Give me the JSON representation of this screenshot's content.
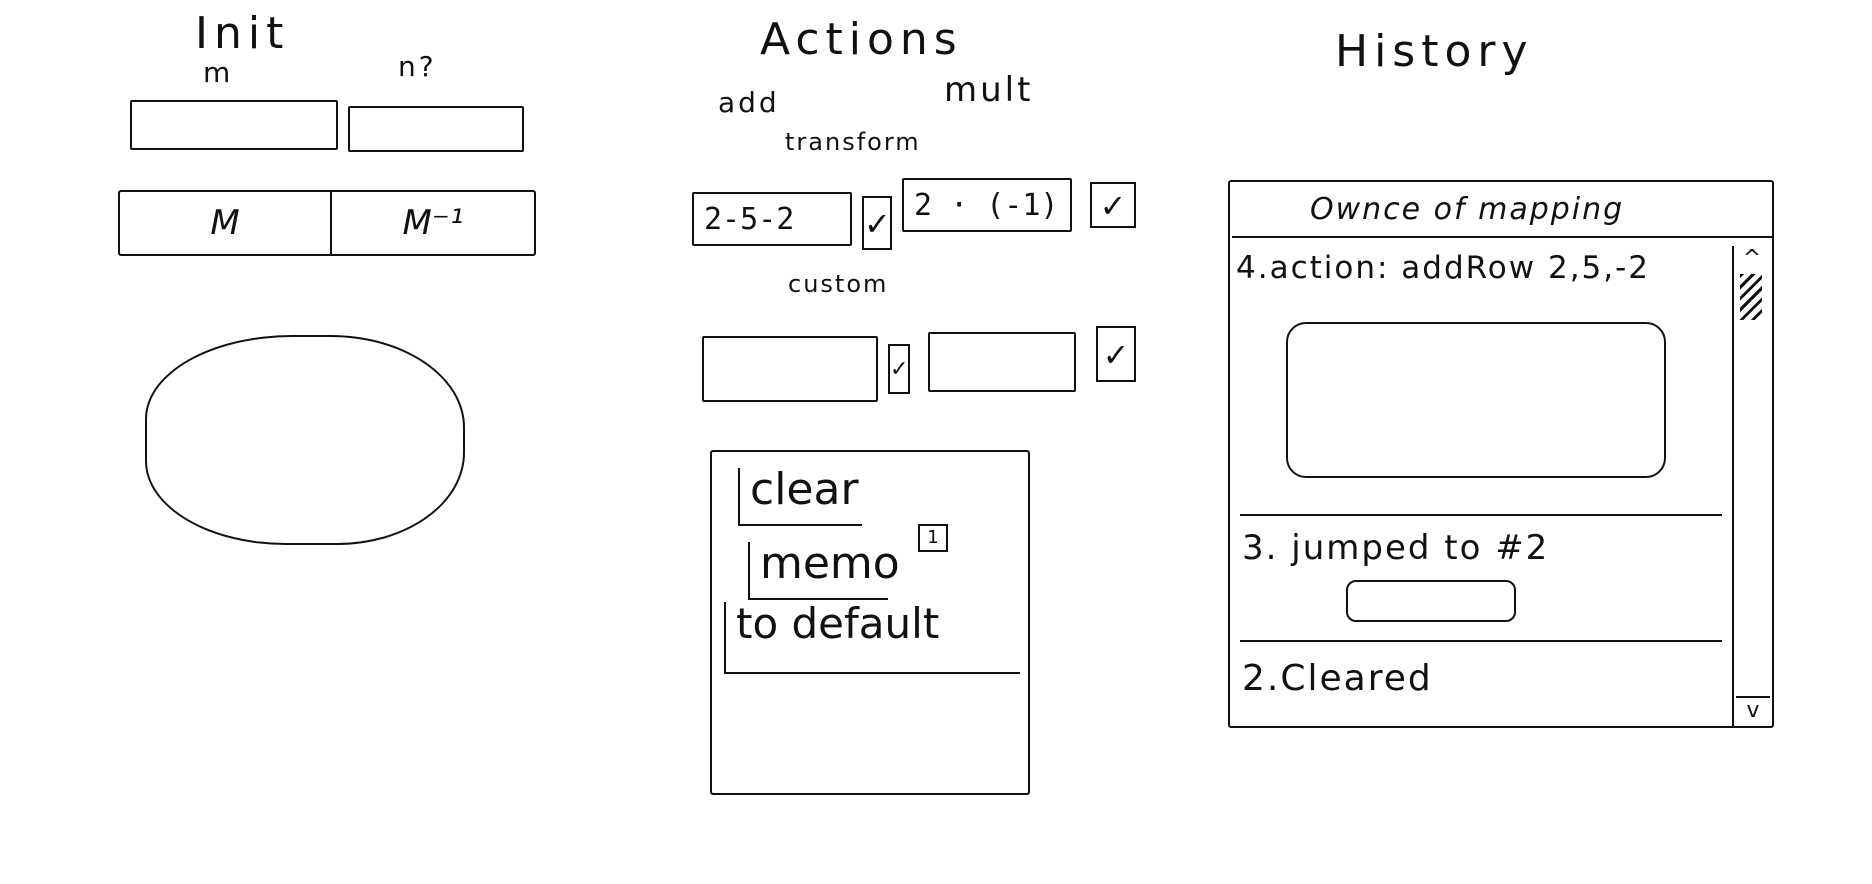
{
  "init": {
    "title": "Init",
    "m_label": "m",
    "n_label": "n?",
    "m_value": "",
    "n_value": "",
    "tabs": [
      {
        "label": "M"
      },
      {
        "label": "M⁻¹"
      }
    ]
  },
  "actions": {
    "title": "Actions",
    "add_label": "add",
    "mult_label": "mult",
    "transform_label": "transform",
    "transform_add_value": "2-5-2",
    "transform_mult_value": "2 · (-1)",
    "custom_label": "custom",
    "custom_add_value": "",
    "custom_mult_value": "",
    "check_glyph": "✓",
    "menu": {
      "clear_label": "clear",
      "memo_label": "memo",
      "memo_badge": "1",
      "default_label": "to default"
    }
  },
  "history": {
    "title": "History",
    "header": "Ownce of mapping",
    "scroll_up": "^",
    "scroll_down": "v",
    "entries": [
      {
        "label": "4.action: addRow 2,5,-2"
      },
      {
        "label": "3. jumped to #2"
      },
      {
        "label": "2.Cleared"
      }
    ]
  }
}
